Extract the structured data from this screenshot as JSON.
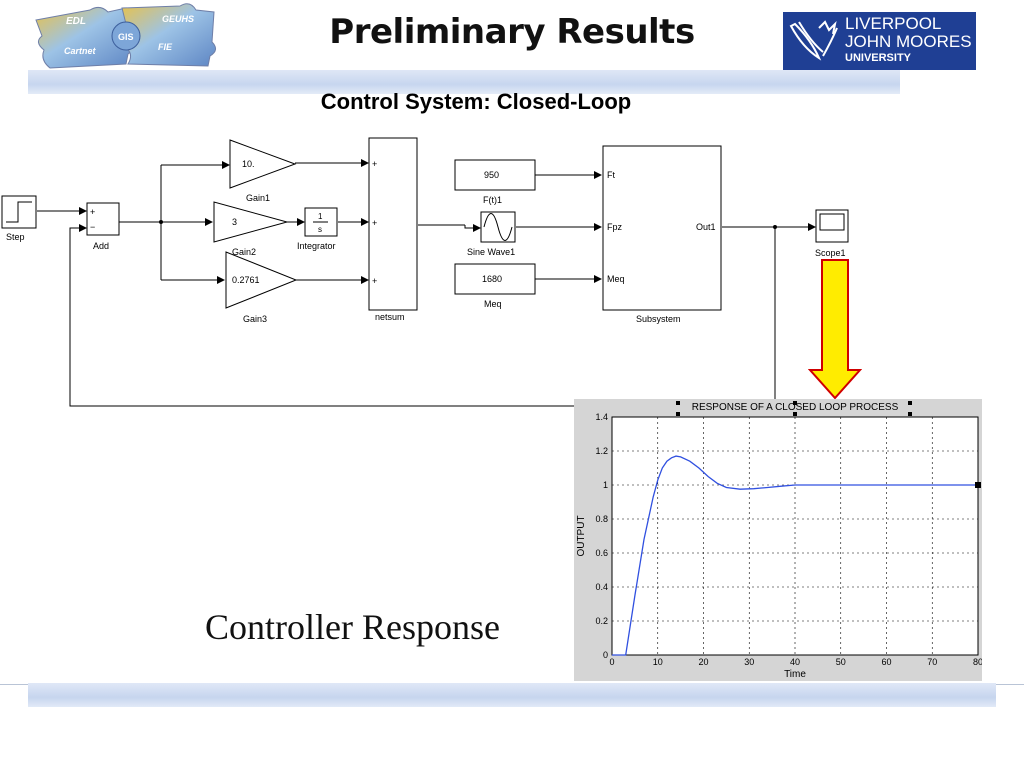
{
  "slide": {
    "title": "Preliminary Results",
    "subtitle": "Control System: Closed-Loop",
    "caption": "Controller Response",
    "logo_left_text": [
      "EDL",
      "GEUHS",
      "GIS",
      "FIE",
      "Cartnet"
    ],
    "logo_right": {
      "line1": "LIVERPOOL",
      "line2": "JOHN MOORES",
      "line3": "UNIVERSITY"
    }
  },
  "diagram": {
    "step_label": "Step",
    "add_label": "Add",
    "add_plus": "+",
    "add_minus": "−",
    "gain1_value": "10.",
    "gain1_label": "Gain1",
    "gain2_value": "3",
    "gain2_label": "Gain2",
    "gain3_value": "0.2761",
    "gain3_label": "Gain3",
    "integrator_num": "1",
    "integrator_den": "s",
    "integrator_label": "Integrator",
    "netsum_label": "netsum",
    "netsum_plus": "+",
    "ft_value": "950",
    "ft_label": "F(t)1",
    "sine_label": "Sine Wave1",
    "meq_value": "1680",
    "meq_label": "Meq",
    "subsystem_label": "Subsystem",
    "port_ft": "Ft",
    "port_fpz": "Fpz",
    "port_meq": "Meq",
    "port_out": "Out1",
    "scope_label": "Scope1",
    "arrow_color": "#ffec00"
  },
  "chart_data": {
    "type": "line",
    "title": "RESPONSE OF A CLOSED LOOP PROCESS",
    "xlabel": "Time",
    "ylabel": "OUTPUT",
    "xlim": [
      0,
      80
    ],
    "ylim": [
      0,
      1.4
    ],
    "xticks": [
      "0",
      "10",
      "20",
      "30",
      "40",
      "50",
      "60",
      "70",
      "80"
    ],
    "yticks": [
      "0",
      "0.2",
      "0.4",
      "0.6",
      "0.8",
      "1",
      "1.2",
      "1.4"
    ],
    "grid": true,
    "series": [
      {
        "color": "#3050e0",
        "x": [
          0,
          3,
          5,
          7,
          9,
          10,
          11,
          12,
          13,
          14,
          15,
          17,
          19,
          21,
          23,
          25,
          28,
          31,
          34,
          37,
          40,
          50,
          60,
          70,
          80
        ],
        "y": [
          0,
          0,
          0.35,
          0.68,
          0.93,
          1.03,
          1.1,
          1.14,
          1.16,
          1.17,
          1.165,
          1.14,
          1.1,
          1.05,
          1.01,
          0.985,
          0.975,
          0.978,
          0.985,
          0.993,
          1.0,
          1.0,
          1.0,
          1.0,
          1.0
        ]
      }
    ]
  }
}
